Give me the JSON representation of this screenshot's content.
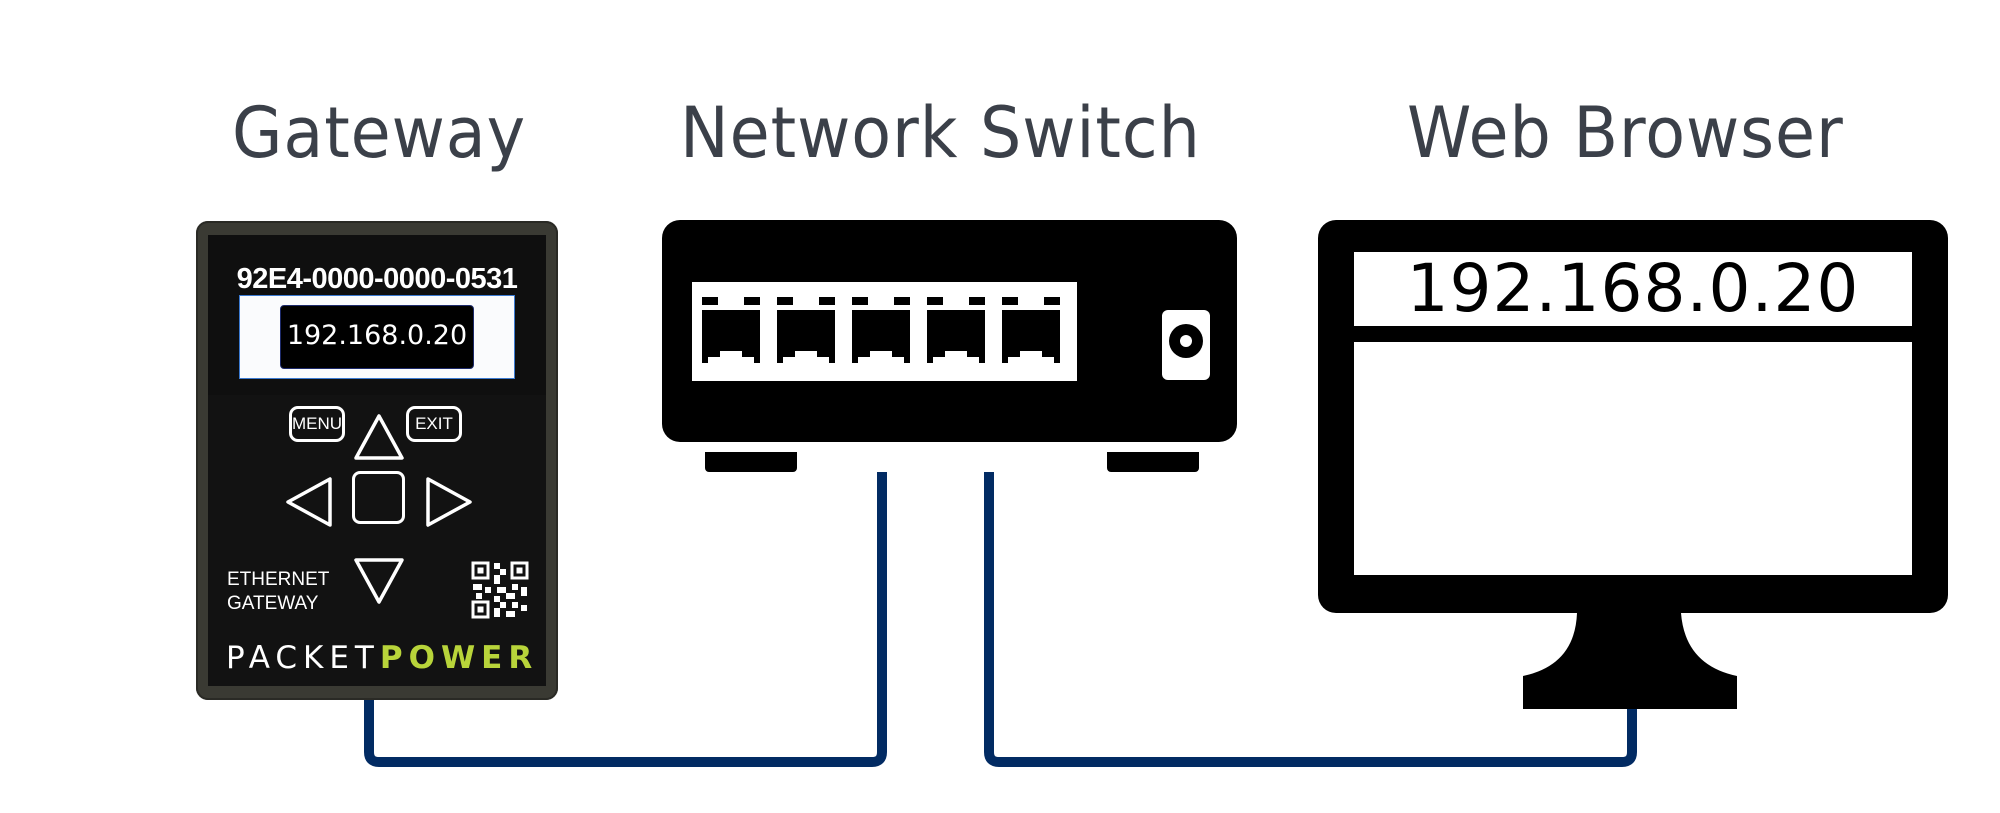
{
  "headings": {
    "gateway": "Gateway",
    "switch": "Network Switch",
    "browser": "Web Browser"
  },
  "gateway": {
    "serial": "92E4-0000-0000-0531",
    "lcd_ip": "192.168.0.20",
    "buttons": {
      "menu": "MENU",
      "exit": "EXIT",
      "up": "up-arrow",
      "down": "down-arrow",
      "left": "left-arrow",
      "right": "right-arrow",
      "center": "select"
    },
    "label_line1": "ETHERNET",
    "label_line2": "GATEWAY",
    "brand_part1": "PACKET",
    "brand_part2": "POWER",
    "brand_accent": "#b8d43a"
  },
  "switch": {
    "port_count": 5,
    "power_jack": "power-jack-icon"
  },
  "browser": {
    "address_bar": "192.168.0.20"
  },
  "cables": {
    "color": "#022b63",
    "connections": [
      {
        "from": "gateway",
        "to": "network-switch"
      },
      {
        "from": "network-switch",
        "to": "web-browser"
      }
    ]
  }
}
